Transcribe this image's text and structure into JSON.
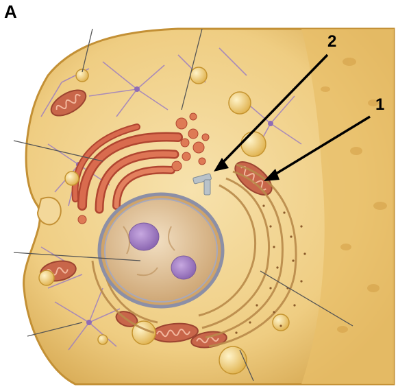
{
  "panel_label": "A",
  "callouts": [
    {
      "number": "1",
      "target": "mitochondrion"
    },
    {
      "number": "2",
      "target": "centrioles"
    }
  ],
  "colors": {
    "cytoplasm": "#efcd82",
    "membrane": "#d2a24a",
    "nucleus": "#e6c9a0",
    "nucleolus": "#a887c4",
    "mitochondria": "#c8664a",
    "golgi": "#c5553c",
    "cytoskeleton": "#9d7fc0",
    "arrows": "#000000"
  }
}
